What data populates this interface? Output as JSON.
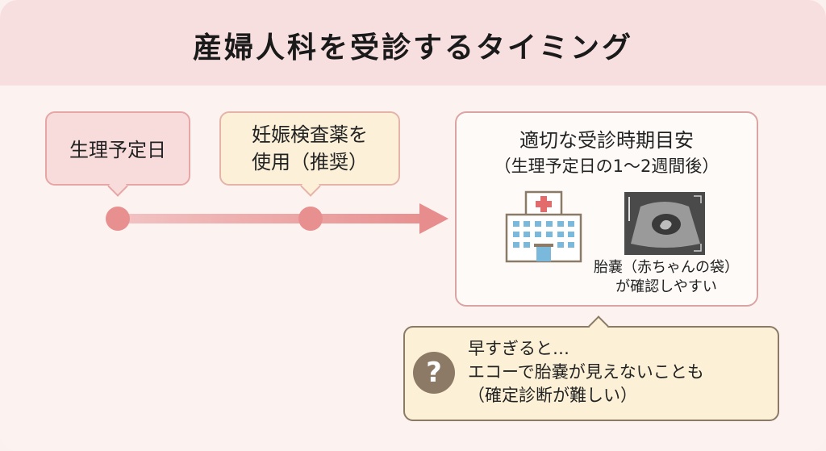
{
  "title": "産婦人科を受診するタイミング",
  "timeline": {
    "step1": "生理予定日",
    "step2_line1": "妊娠検査薬を",
    "step2_line2": "使用（推奨）"
  },
  "recommend": {
    "title": "適切な受診時期目安",
    "subtitle": "（生理予定日の1～2週間後）",
    "caption_line1": "胎嚢（赤ちゃんの袋）",
    "caption_line2": "が確認しやすい",
    "icons": [
      "hospital-icon",
      "ultrasound-image"
    ]
  },
  "warning": {
    "icon": "question-icon",
    "icon_glyph": "?",
    "line1": "早すぎると…",
    "line2": "エコーで胎嚢が見えないことも",
    "line3": "（確定診断が難しい）"
  },
  "colors": {
    "header_bg": "#f7dfdf",
    "accent_pink": "#e89090",
    "note_border": "#8a7a66"
  }
}
